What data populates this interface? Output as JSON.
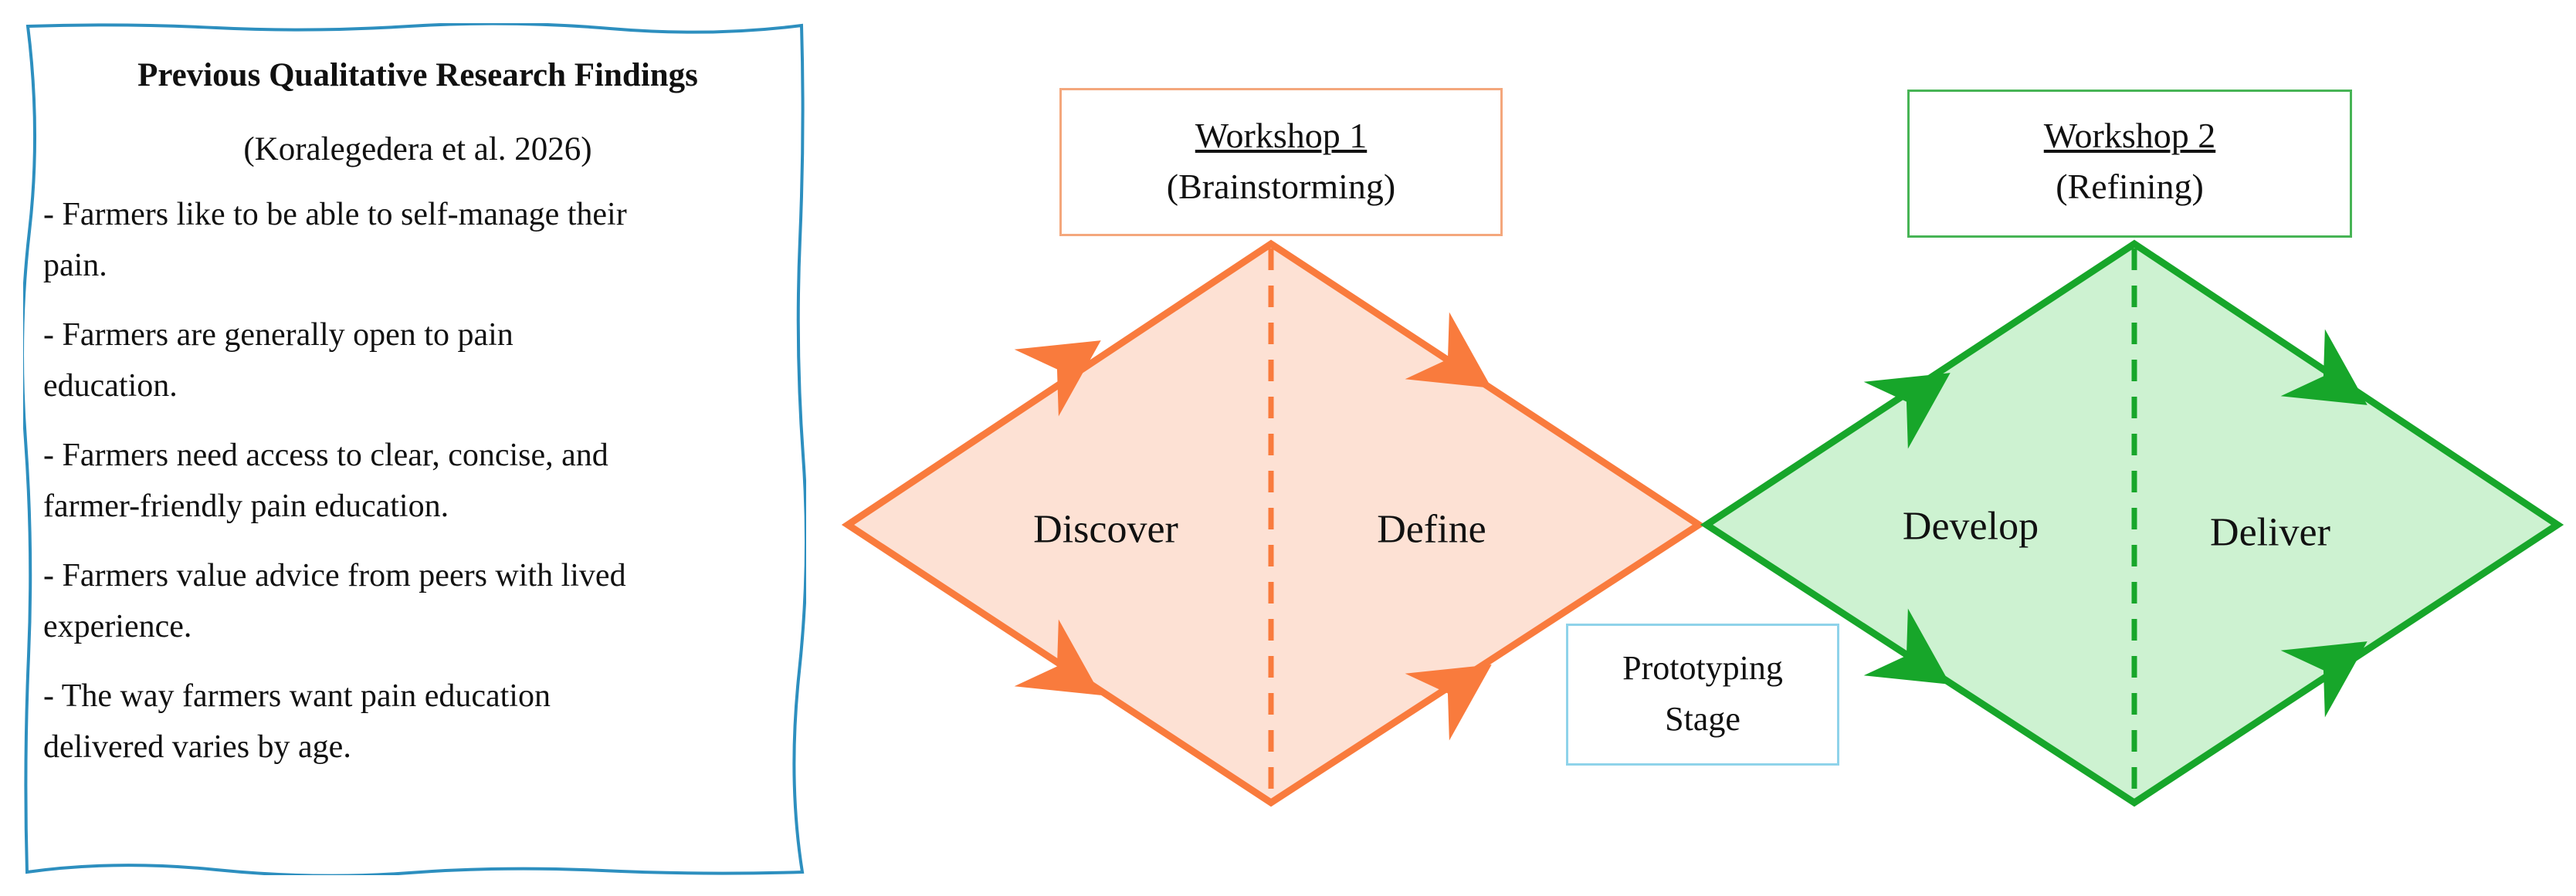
{
  "findings": {
    "title": "Previous Qualitative Research Findings",
    "citation": "(Koralegedera et al. 2026)",
    "items": [
      {
        "line1": "- Farmers like to be able to self-manage their",
        "line2": "pain."
      },
      {
        "line1": "- Farmers are generally open to pain",
        "line2": "education."
      },
      {
        "line1": "- Farmers need access to clear, concise, and",
        "line2": "farmer-friendly pain education."
      },
      {
        "line1": "- Farmers value advice from peers with lived",
        "line2": "experience."
      },
      {
        "line1": "- The way farmers want pain education",
        "line2": "delivered varies by age."
      }
    ]
  },
  "workshop1": {
    "title": "Workshop 1",
    "subtitle": "(Brainstorming)"
  },
  "workshop2": {
    "title": "Workshop 2",
    "subtitle": "(Refining)"
  },
  "prototyping": {
    "line1": "Prototyping",
    "line2": "Stage"
  },
  "phases": {
    "discover": "Discover",
    "define": "Define",
    "develop": "Develop",
    "deliver": "Deliver"
  },
  "colors": {
    "orange": "#f97b3d",
    "orange_fill": "#fde1d4",
    "green": "#17a62a",
    "green_fill": "#cdf2d1",
    "findings_border": "#2d8fbf",
    "workshop1_border": "#f4a77c",
    "workshop2_border": "#47b455",
    "prototyping_border": "#8fd3ea"
  }
}
